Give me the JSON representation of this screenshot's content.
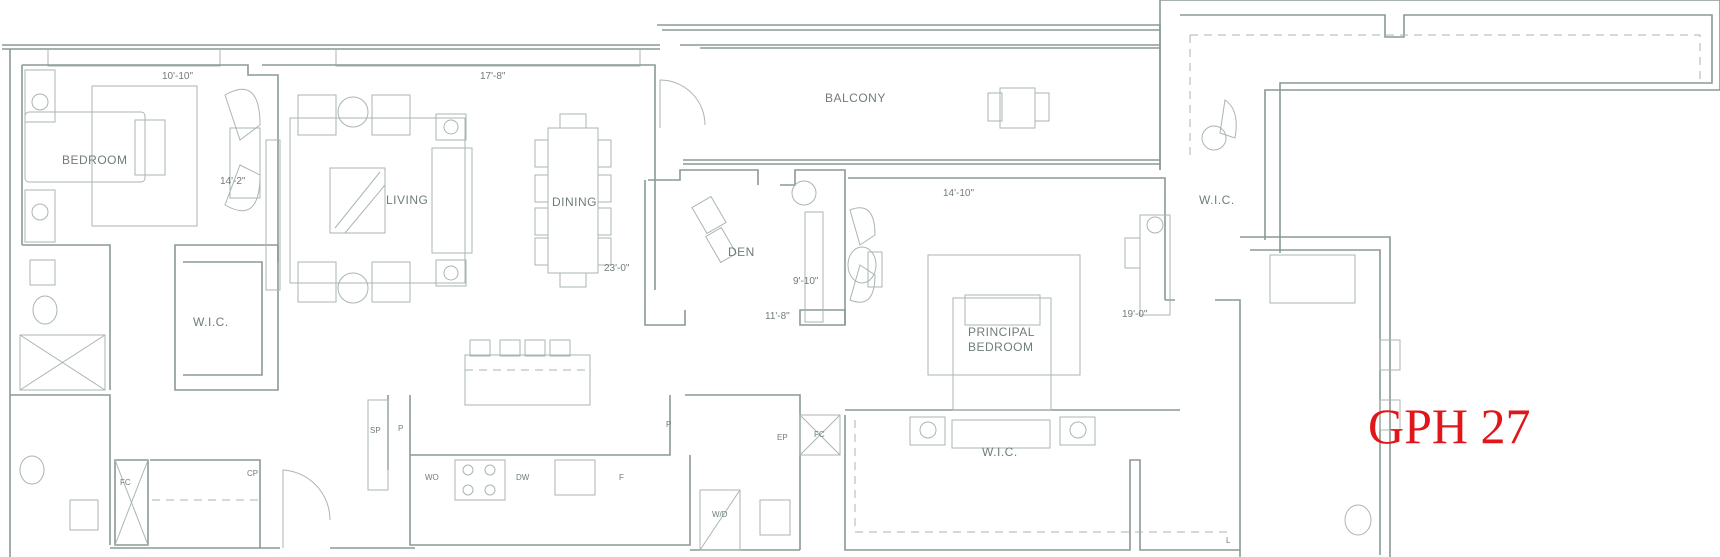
{
  "unit_label": "GPH 27",
  "colors": {
    "line": "#8a9a92",
    "unit_label": "#e0161b"
  },
  "rooms": {
    "bedroom": "BEDROOM",
    "living": "LIVING",
    "dining": "DINING",
    "balcony": "BALCONY",
    "den": "DEN",
    "wic_principal_side": "W.I.C.",
    "principal_bedroom_line1": "PRINCIPAL",
    "principal_bedroom_line2": "BEDROOM",
    "wic_left": "W.I.C.",
    "wic_bottom": "W.I.C."
  },
  "dimensions": {
    "bedroom_width": "10'-10\"",
    "bedroom_depth": "14'-2\"",
    "living_width": "17'-8\"",
    "living_depth": "23'-0\"",
    "den_width": "9'-10\"",
    "den_depth": "11'-8\"",
    "principal_width": "14'-10\"",
    "principal_depth": "19'-0\""
  },
  "fixtures": {
    "sp": "SP",
    "p1": "P",
    "p2": "P",
    "wo": "WO",
    "dw": "DW",
    "f": "F",
    "ep": "EP",
    "fc1": "FC",
    "fc2": "FC",
    "cp": "CP",
    "wd": "W/D",
    "l": "L"
  }
}
